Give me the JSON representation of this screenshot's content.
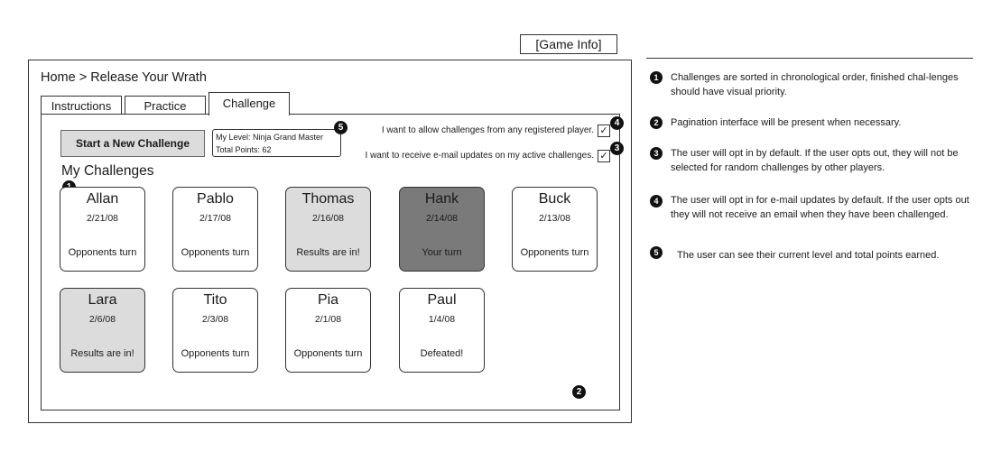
{
  "game_info_label": "[Game Info]",
  "breadcrumb": "Home > Release Your Wrath",
  "tabs": [
    {
      "label": "Instructions"
    },
    {
      "label": "Practice"
    },
    {
      "label": "Challenge",
      "active": true
    }
  ],
  "start_button_label": "Start a New Challenge",
  "level": {
    "level_text": "My Level:  Ninja Grand Master",
    "points_text": "Total Points: 62"
  },
  "options": [
    {
      "label": "I want to allow challenges from any registered player.",
      "checked": true,
      "mark": "✓"
    },
    {
      "label": "I want to receive e-mail updates on my active challenges.",
      "checked": true,
      "mark": "✓"
    }
  ],
  "section_title": "My Challenges",
  "markers": {
    "m1": "1",
    "m2": "2",
    "m3": "3",
    "m4": "4",
    "m5": "5"
  },
  "challenges": [
    {
      "name": "Allan",
      "date": "2/21/08",
      "status": "Opponents turn"
    },
    {
      "name": "Pablo",
      "date": "2/17/08",
      "status": "Opponents turn"
    },
    {
      "name": "Thomas",
      "date": "2/16/08",
      "status": "Results are in!"
    },
    {
      "name": "Hank",
      "date": "2/14/08",
      "status": "Your turn"
    },
    {
      "name": "Buck",
      "date": "2/13/08",
      "status": "Opponents turn"
    },
    {
      "name": "Lara",
      "date": "2/6/08",
      "status": "Results are in!"
    },
    {
      "name": "Tito",
      "date": "2/3/08",
      "status": "Opponents turn"
    },
    {
      "name": "Pia",
      "date": "2/1/08",
      "status": "Opponents turn"
    },
    {
      "name": "Paul",
      "date": "1/4/08",
      "status": "Defeated!"
    }
  ],
  "notes": [
    {
      "num": "1",
      "text": "Challenges are sorted in chronological order, finished chal-lenges should have visual priority."
    },
    {
      "num": "2",
      "text": "Pagination interface will be present when necessary."
    },
    {
      "num": "3",
      "text": "The user will opt in by default. If the user opts out, they will not be selected for random challenges by other players."
    },
    {
      "num": "4",
      "text": "The user will opt  in for e-mail updates by default. If the user opts out they will not receive an email when they have been challenged."
    },
    {
      "num": "5",
      "text": "The user can see their current level and total points earned."
    }
  ]
}
